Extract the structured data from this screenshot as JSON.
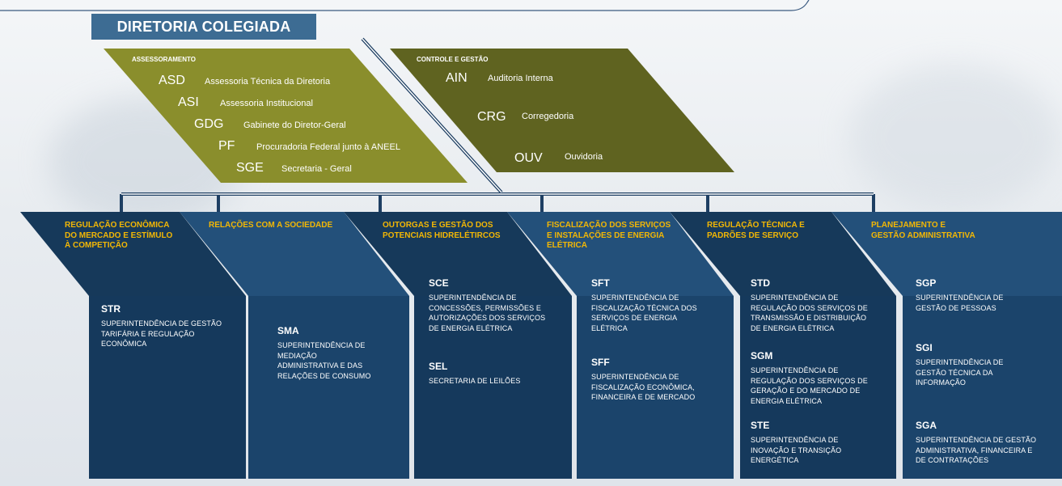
{
  "title": "DIRETORIA COLEGIADA",
  "assessoramento": {
    "heading": "ASSESSORAMENTO",
    "items": [
      {
        "code": "ASD",
        "name": "Assessoria Técnica da Diretoria"
      },
      {
        "code": "ASI",
        "name": "Assessoria Institucional"
      },
      {
        "code": "GDG",
        "name": "Gabinete do Diretor-Geral"
      },
      {
        "code": "PF",
        "name": "Procuradoria Federal junto à ANEEL"
      },
      {
        "code": "SGE",
        "name": "Secretaria - Geral"
      }
    ]
  },
  "controle": {
    "heading": "CONTROLE E GESTÃO",
    "items": [
      {
        "code": "AIN",
        "name": "Auditoria Interna"
      },
      {
        "code": "CRG",
        "name": "Corregedoria"
      },
      {
        "code": "OUV",
        "name": "Ouvidoria"
      }
    ]
  },
  "colors": {
    "title_bg": "#3d6c93",
    "assessoramento_bg": "#8a8e2c",
    "controle_bg": "#5f6320",
    "panel_dark": "#16395a",
    "panel_light": "#23507a",
    "heading_text": "#f2b705",
    "connector": "#1e3f63"
  },
  "areas": [
    {
      "heading": [
        "REGULAÇÃO ECONÔMICA",
        "DO MERCADO E ESTÍMULO",
        "À COMPETIÇÃO"
      ],
      "units": [
        {
          "code": "STR",
          "desc": [
            "SUPERINTENDÊNCIA DE GESTÃO",
            "TARIFÁRIA E REGULAÇÃO",
            "ECONÔMICA"
          ]
        }
      ]
    },
    {
      "heading": [
        "RELAÇÕES COM A SOCIEDADE"
      ],
      "units": [
        {
          "code": "SMA",
          "desc": [
            "SUPERINTENDÊNCIA DE",
            "MEDIAÇÃO",
            "ADMINISTRATIVA E DAS",
            "RELAÇÕES DE CONSUMO"
          ]
        }
      ]
    },
    {
      "heading": [
        "OUTORGAS E GESTÃO DOS",
        "POTENCIAIS HIDRELÉTIRCOS"
      ],
      "units": [
        {
          "code": "SCE",
          "desc": [
            "SUPERINTENDÊNCIA DE",
            "CONCESSÕES, PERMISSÕES E",
            "AUTORIZAÇÕES DOS SERVIÇOS",
            "DE ENERGIA ELÉTRICA"
          ]
        },
        {
          "code": "SEL",
          "desc": [
            "SECRETARIA DE LEILÕES"
          ]
        }
      ]
    },
    {
      "heading": [
        "FISCALIZAÇÃO DOS SERVIÇOS",
        "E INSTALAÇÕES DE ENERGIA",
        "ELÉTRICA"
      ],
      "units": [
        {
          "code": "SFT",
          "desc": [
            "SUPERINTENDÊNCIA DE",
            "FISCALIZAÇÃO TÉCNICA DOS",
            "SERVIÇOS DE ENERGIA",
            "ELÉTRICA"
          ]
        },
        {
          "code": "SFF",
          "desc": [
            "SUPERINTENDÊNCIA DE",
            "FISCALIZAÇÃO ECONÔMICA,",
            "FINANCEIRA E DE MERCADO"
          ]
        }
      ]
    },
    {
      "heading": [
        "REGULAÇÃO TÉCNICA E",
        "PADRÕES DE SERVIÇO"
      ],
      "units": [
        {
          "code": "STD",
          "desc": [
            "SUPERINTENDÊNCIA DE",
            "REGULAÇÃO DOS SERVIÇOS DE",
            "TRANSMISSÃO E DISTRIBUIÇÃO",
            "DE ENERGIA ELÉTRICA"
          ]
        },
        {
          "code": "SGM",
          "desc": [
            "SUPERINTENDÊNCIA DE",
            "REGULAÇÃO DOS SERVIÇOS DE",
            "GERAÇÃO E DO MERCADO DE",
            "ENERGIA ELÉTRICA"
          ]
        },
        {
          "code": "STE",
          "desc": [
            "SUPERINTENDÊNCIA DE",
            "INOVAÇÃO E TRANSIÇÃO",
            "ENERGÉTICA"
          ]
        }
      ]
    },
    {
      "heading": [
        "PLANEJAMENTO E",
        "GESTÃO ADMINISTRATIVA"
      ],
      "units": [
        {
          "code": "SGP",
          "desc": [
            "SUPERINTENDÊNCIA DE",
            "GESTÃO DE PESSOAS"
          ]
        },
        {
          "code": "SGI",
          "desc": [
            "SUPERINTENDÊNCIA DE",
            "GESTÃO TÉCNICA DA",
            "INFORMAÇÃO"
          ]
        },
        {
          "code": "SGA",
          "desc": [
            "SUPERINTENDÊNCIA DE GESTÃO",
            "ADMINISTRATIVA, FINANCEIRA E",
            "DE CONTRATAÇÕES"
          ]
        }
      ]
    }
  ]
}
